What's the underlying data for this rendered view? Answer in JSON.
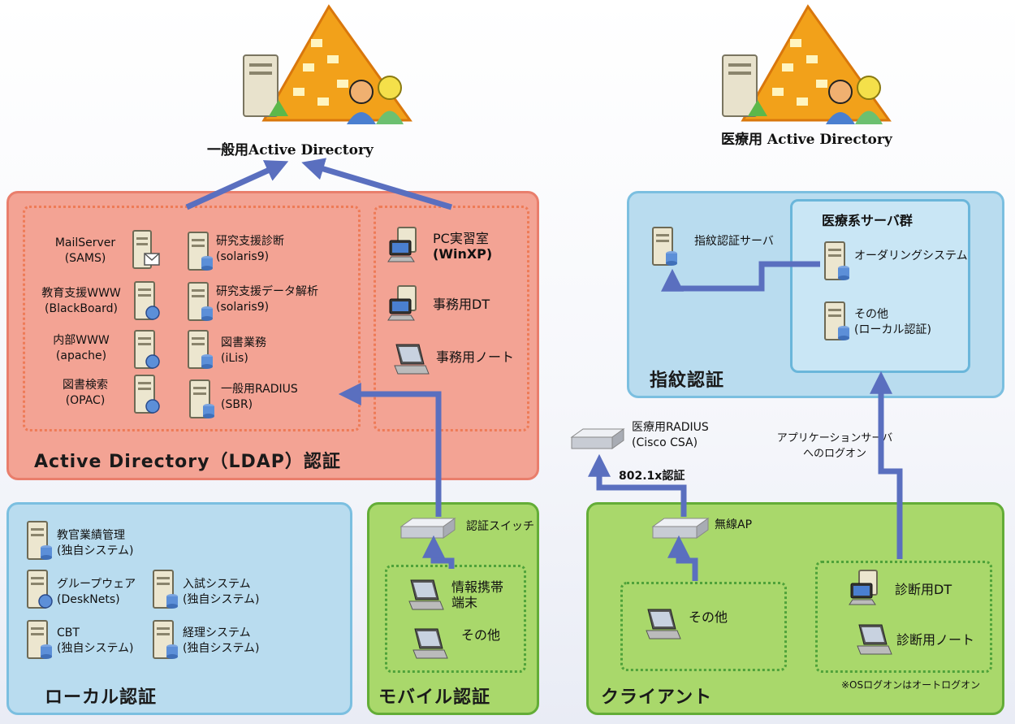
{
  "ad_general": "一般用Active Directory",
  "ad_medical": "医療用 Active Directory",
  "panels": {
    "ldap": "Active Directory（LDAP）認証",
    "local": "ローカル認証",
    "mobile": "モバイル認証",
    "fingerprint": "指紋認証",
    "client": "クライアント"
  },
  "ldap_servers": [
    {
      "line1": "MailServer",
      "line2": "(SAMS)"
    },
    {
      "line1": "教育支援WWW",
      "line2": "(BlackBoard)"
    },
    {
      "line1": "内部WWW",
      "line2": "(apache)"
    },
    {
      "line1": "図書検索",
      "line2": "(OPAC)"
    },
    {
      "line1": "研究支援診断",
      "line2": "(solaris9)"
    },
    {
      "line1": "研究支援データ解析",
      "line2": "(solaris9)"
    },
    {
      "line1": "図書業務",
      "line2": "(iLis)"
    },
    {
      "line1": "一般用RADIUS",
      "line2": "(SBR)"
    }
  ],
  "pcs": [
    {
      "line1": "PC実習室",
      "line2": "(WinXP)"
    },
    {
      "line1": "事務用DT",
      "line2": ""
    },
    {
      "line1": "事務用ノート",
      "line2": ""
    }
  ],
  "local_systems": [
    {
      "line1": "教官業績管理",
      "line2": "(独自システム)"
    },
    {
      "line1": "グループウェア",
      "line2": "(DeskNets)"
    },
    {
      "line1": "CBT",
      "line2": "(独自システム)"
    },
    {
      "line1": "入試システム",
      "line2": "(独自システム)"
    },
    {
      "line1": "経理システム",
      "line2": "(独自システム)"
    }
  ],
  "mobile": {
    "switch": "認証スイッチ",
    "device1_line1": "情報携帯",
    "device1_line2": "端末",
    "device2": "その他"
  },
  "fingerprint": {
    "server": "指紋認証サーバ",
    "group_title": "医療系サーバ群",
    "ordering": "オーダリングシステム",
    "other_line1": "その他",
    "other_line2": "(ローカル認証)"
  },
  "medical_radius": {
    "line1": "医療用RADIUS",
    "line2": "(Cisco CSA)"
  },
  "dot1x": "802.1x認証",
  "app_logon": {
    "line1": "アプリケーションサーバ",
    "line2": "へのログオン"
  },
  "client": {
    "ap": "無線AP",
    "other": "その他",
    "diag_dt": "診断用DT",
    "diag_note": "診断用ノート",
    "note": "※OSログオンはオートログオン"
  },
  "colors": {
    "red_panel": "#f3a394",
    "blue_panel": "#b9dcef",
    "green_panel": "#a9d86b",
    "arrow": "#5a6fbf"
  }
}
